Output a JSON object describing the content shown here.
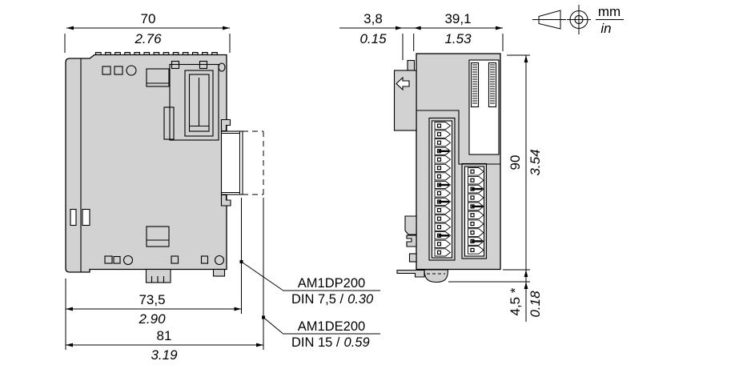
{
  "drawing": {
    "title_implied": "module dimension drawing",
    "units_symbol": {
      "top": "mm",
      "bottom": "in"
    },
    "dimensions": {
      "front_width": {
        "mm": "70",
        "in": "2.76"
      },
      "side_clip_depth": {
        "mm": "3,8",
        "in": "0.15"
      },
      "side_width": {
        "mm": "39,1",
        "in": "1.53"
      },
      "height": {
        "mm": "90",
        "in": "3.54"
      },
      "clamp_height": {
        "mm": "4,5 *",
        "in": "0.18"
      },
      "width_with_din75": {
        "mm": "73,5",
        "in": "2.90"
      },
      "width_with_din15": {
        "mm": "81",
        "in": "3.19"
      }
    },
    "labels": [
      {
        "model": "AM1DP200",
        "din": "DIN 7,5 /",
        "din_in": "0.30"
      },
      {
        "model": "AM1DE200",
        "din": "DIN 15 /",
        "din_in": "0.59"
      }
    ],
    "colors": {
      "body_fill": "#d2d2d2",
      "line": "#000000",
      "background": "#ffffff"
    },
    "repeats": {
      "top_teeth": 13,
      "ladder_rungs": 17,
      "left_terminal_rows": 16,
      "right_terminal_rows": 10,
      "left_bold_rows": [
        3,
        7,
        9,
        13
      ],
      "right_bold_rows": [
        2,
        4,
        8
      ]
    }
  }
}
